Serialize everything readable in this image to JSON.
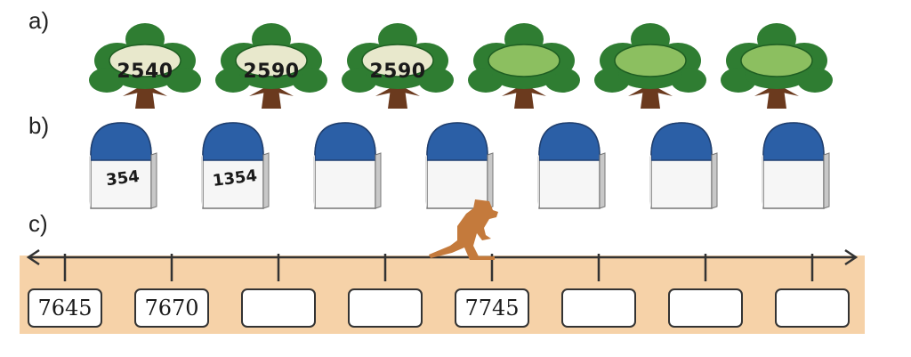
{
  "labels": {
    "a": "a)",
    "b": "b)",
    "c": "c)"
  },
  "colors": {
    "tree_dark": "#2f7d32",
    "tree_light": "#8cbf60",
    "trunk": "#6b3a1e",
    "stone_blue": "#2b5fa6",
    "band": "#f6d2a8"
  },
  "trees": [
    "2540",
    "2590",
    "2590",
    "",
    "",
    ""
  ],
  "stones": [
    "354",
    "1354",
    "",
    "",
    "",
    "",
    ""
  ],
  "number_line": {
    "boxes": [
      "7645",
      "7670",
      "",
      "",
      "7745",
      "",
      "",
      ""
    ],
    "marker_icon": "kangaroo-icon"
  }
}
